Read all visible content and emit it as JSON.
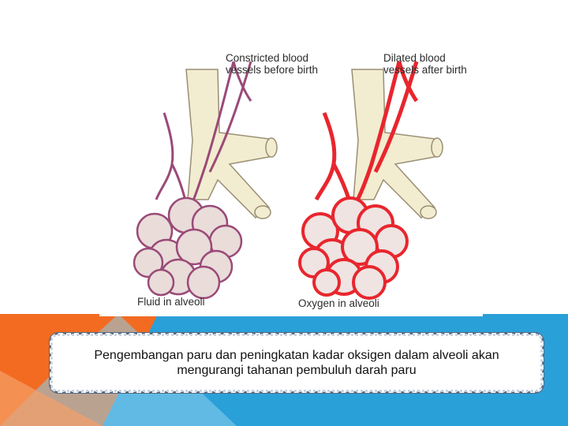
{
  "diagram": {
    "label_constricted": [
      "Constricted blood",
      "vessels before birth"
    ],
    "label_dilated": [
      "Dilated blood",
      "vessels after birth"
    ],
    "label_fluid": "Fluid in alveoli",
    "label_oxygen": "Oxygen in alveoli"
  },
  "caption": {
    "line1": "Pengembangan paru dan peningkatan kadar oksigen dalam alveoli akan",
    "line2": "mengurangi tahanan pembuluh darah paru"
  },
  "colors": {
    "orange": "#f26b21",
    "blue": "#2aa0d8",
    "light_blue": "#8ccfee",
    "vessel_constricted": "#9a4a78",
    "vessel_dilated": "#e8262e",
    "alveolus": "#e9dcd9",
    "bronchus": "#f2ecd0"
  }
}
